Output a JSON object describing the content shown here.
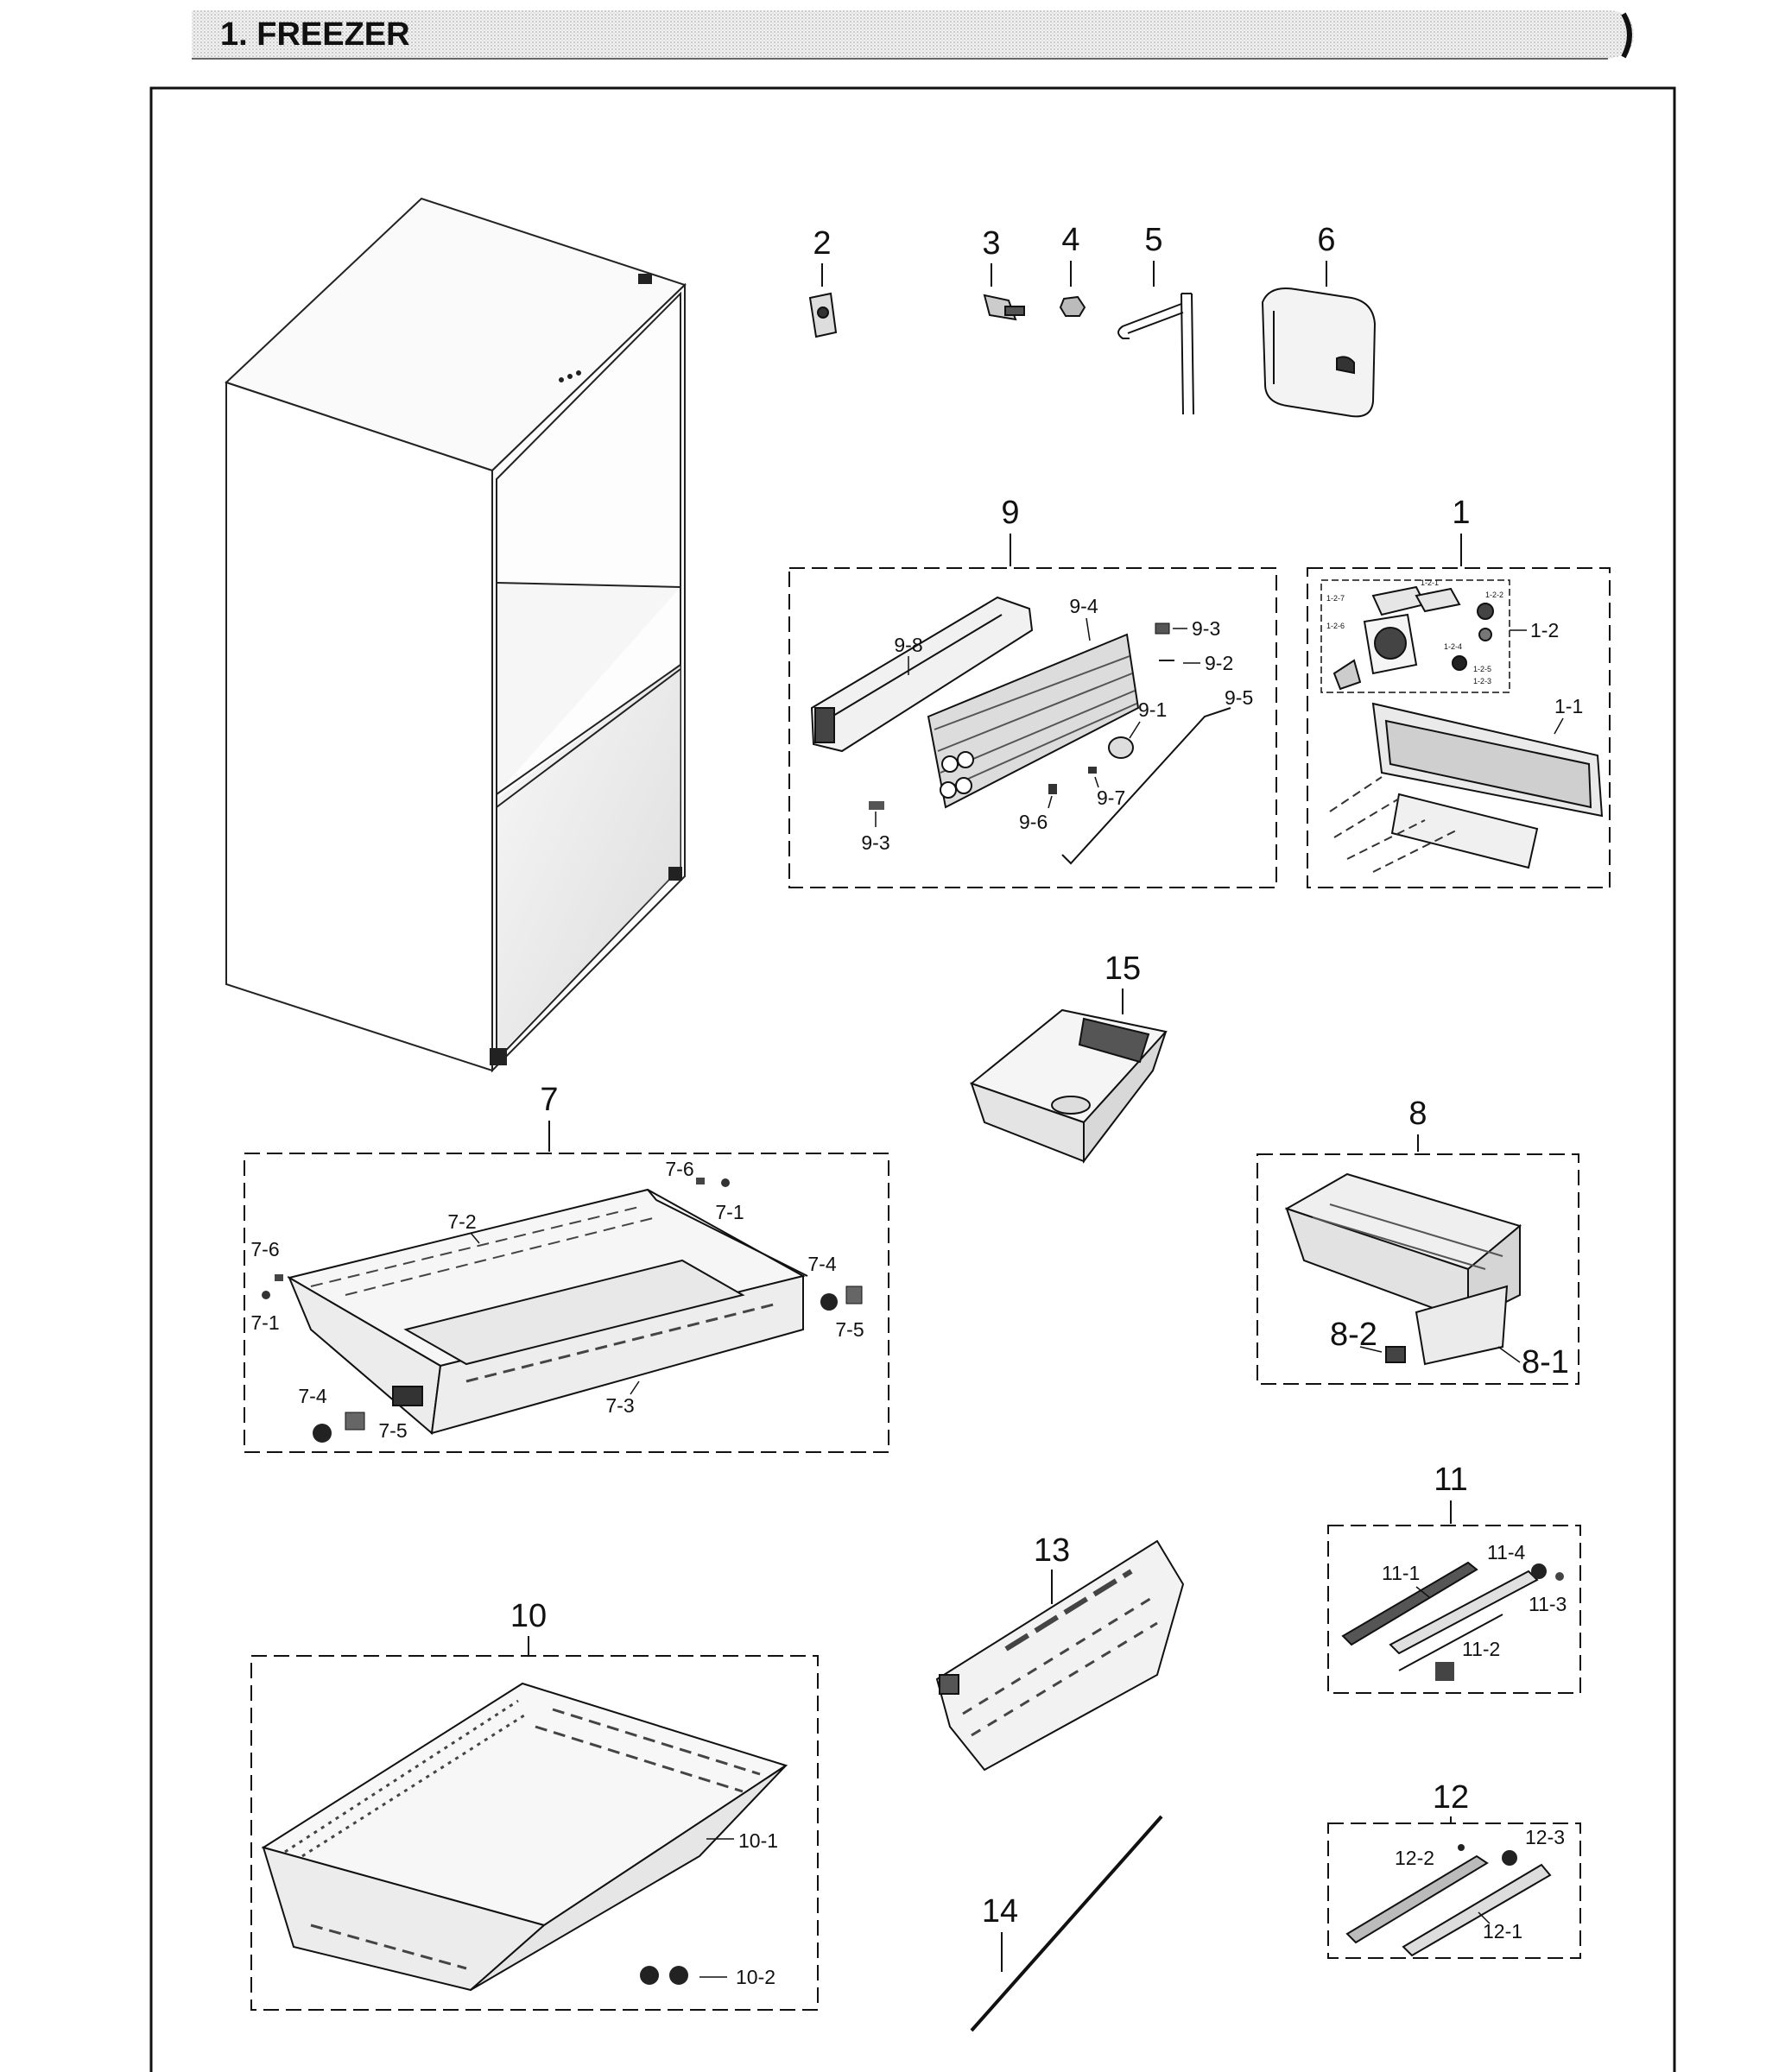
{
  "header": {
    "title": "1. FREEZER"
  },
  "callouts": {
    "p1": "1",
    "p1_1": "1-1",
    "p1_2": "1-2",
    "p1_tiny": [
      "1-2-1",
      "1-2-2",
      "1-2-3",
      "1-2-4",
      "1-2-5",
      "1-2-6",
      "1-2-7"
    ],
    "p2": "2",
    "p3": "3",
    "p4": "4",
    "p5": "5",
    "p6": "6",
    "p7": "7",
    "p7_1a": "7-1",
    "p7_1b": "7-1",
    "p7_2": "7-2",
    "p7_3": "7-3",
    "p7_4a": "7-4",
    "p7_4b": "7-4",
    "p7_5a": "7-5",
    "p7_5b": "7-5",
    "p7_6a": "7-6",
    "p7_6b": "7-6",
    "p8": "8",
    "p8_1": "8-1",
    "p8_2": "8-2",
    "p9": "9",
    "p9_1": "9-1",
    "p9_2": "9-2",
    "p9_3a": "9-3",
    "p9_3b": "9-3",
    "p9_4": "9-4",
    "p9_5": "9-5",
    "p9_6": "9-6",
    "p9_7": "9-7",
    "p9_8": "9-8",
    "p10": "10",
    "p10_1": "10-1",
    "p10_2": "10-2",
    "p11": "11",
    "p11_1": "11-1",
    "p11_2": "11-2",
    "p11_3": "11-3",
    "p11_4": "11-4",
    "p12": "12",
    "p12_1": "12-1",
    "p12_2": "12-2",
    "p12_3": "12-3",
    "p13": "13",
    "p14": "14",
    "p15": "15"
  }
}
